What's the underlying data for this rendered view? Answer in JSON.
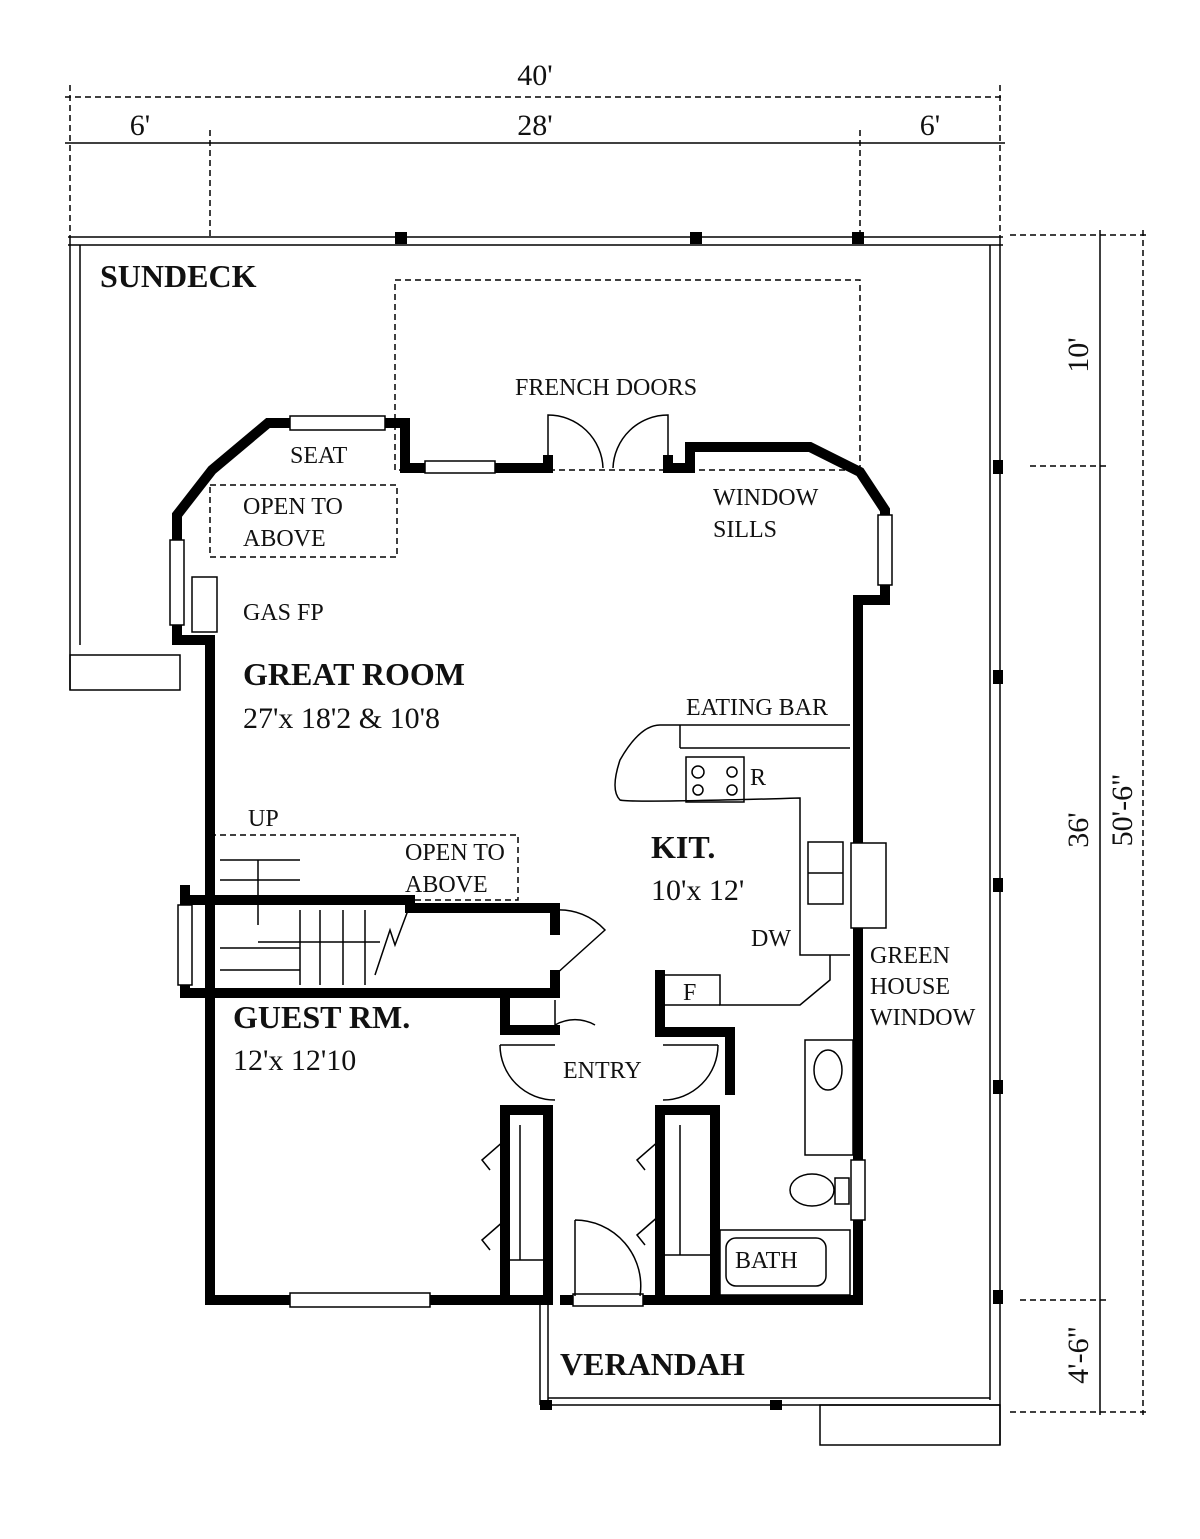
{
  "dimensions": {
    "overall_width": "40'",
    "left_deck": "6'",
    "house_width": "28'",
    "right_deck": "6'",
    "top_deck": "10'",
    "house_depth": "36'",
    "overall_depth": "50'-6\"",
    "verandah_depth": "4'-6\""
  },
  "rooms": {
    "sundeck": "SUNDECK",
    "french_doors": "FRENCH DOORS",
    "seat": "SEAT",
    "open_above_1": [
      "OPEN TO",
      "ABOVE"
    ],
    "window_sills": [
      "WINDOW",
      "SILLS"
    ],
    "gas_fp": "GAS FP",
    "great_room": "GREAT ROOM",
    "great_room_size": "27'x 18'2 & 10'8",
    "eating_bar": "EATING BAR",
    "range": "R",
    "up": "UP",
    "open_above_2": [
      "OPEN TO",
      "ABOVE"
    ],
    "kitchen": "KIT.",
    "kitchen_size": "10'x 12'",
    "dishwasher": "DW",
    "greenhouse_window": [
      "GREEN",
      "HOUSE",
      "WINDOW"
    ],
    "fridge": "F",
    "guest_room": "GUEST RM.",
    "guest_room_size": "12'x 12'10",
    "entry": "ENTRY",
    "bath": "BATH",
    "verandah": "VERANDAH"
  }
}
